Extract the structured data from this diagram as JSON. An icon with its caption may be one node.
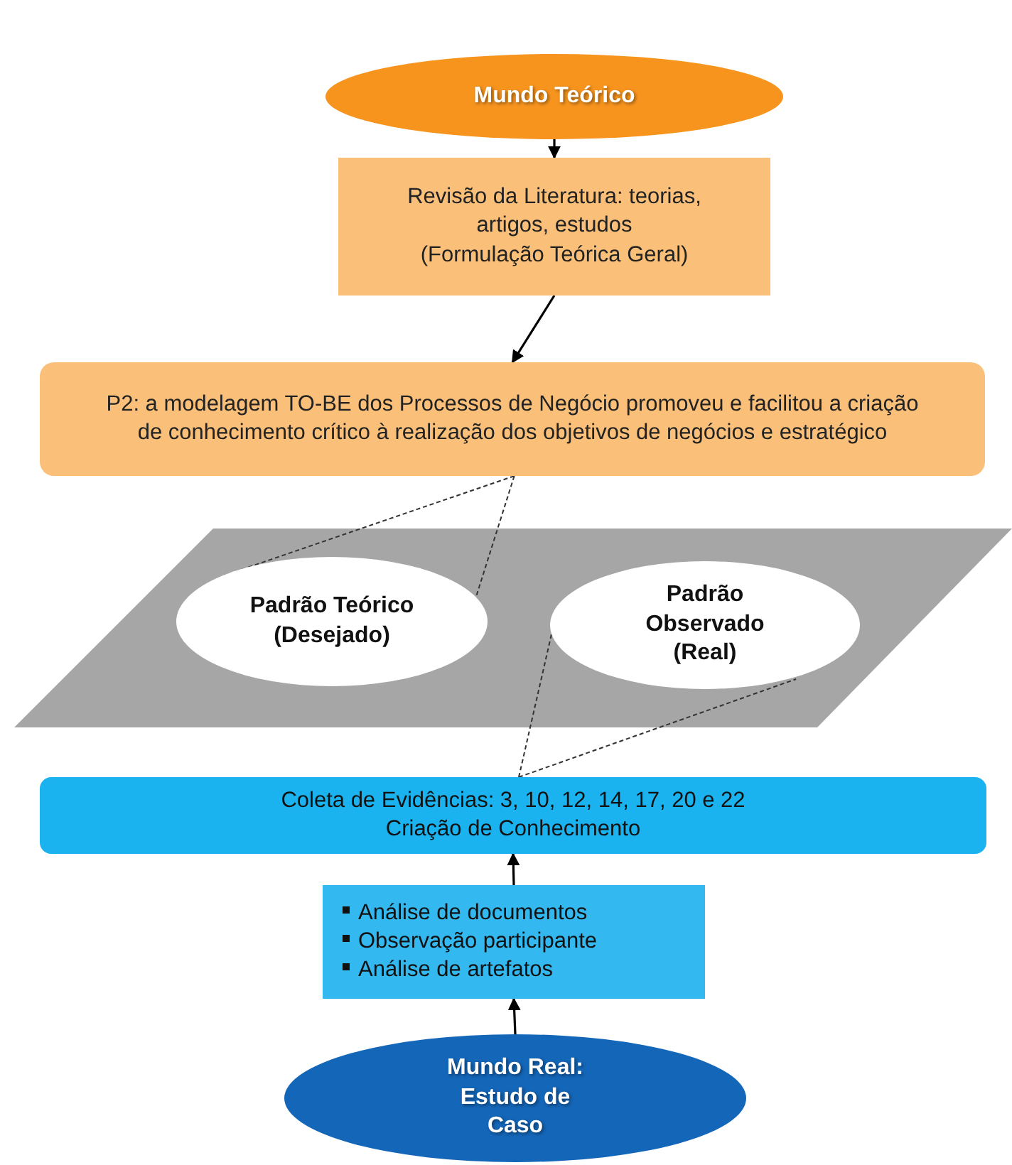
{
  "diagram": {
    "nodes": [
      {
        "text": [
          "Mundo Teórico"
        ]
      },
      {
        "text": [
          "Revisão da Literatura: teorias, artigos, estudos",
          "(Formulação Teórica Geral)"
        ]
      },
      {
        "text": [
          "P2: a modelagem TO-BE dos Processos de Negócio promoveu e facilitou a criação de conhecimento crítico à realização dos objetivos de negócios e estratégico"
        ]
      },
      {
        "text": [],
        "shape": "parallelogram"
      },
      {
        "text": [
          "Padrão Teórico (Desejado)"
        ],
        "in": 3
      },
      {
        "text": [
          "Padrão Observado (Real)"
        ],
        "in": 3
      },
      {
        "text": [
          "Coleta de Evidências: 3, 10, 12, 14, 17, 20 e 22",
          "Criação de Conhecimento"
        ]
      },
      {
        "text": [
          "Análise de documentos",
          "Observação participante",
          "Análise de artefatos"
        ]
      },
      {
        "text": [
          "Mundo Real: Estudo de Caso"
        ]
      }
    ],
    "edges": [
      {
        "from": 0,
        "to": 1,
        "arrow": "to"
      },
      {
        "from": 1,
        "to": 2,
        "arrow": "to"
      },
      {
        "from": 2,
        "to": 4,
        "arrow": "none",
        "style": "dashed"
      },
      {
        "from": 2,
        "to": 4,
        "arrow": "none",
        "style": "dashed"
      },
      {
        "from": 6,
        "to": 5,
        "arrow": "none",
        "style": "dashed"
      },
      {
        "from": 6,
        "to": 5,
        "arrow": "none",
        "style": "dashed"
      },
      {
        "from": 7,
        "to": 6,
        "arrow": "to"
      },
      {
        "from": 8,
        "to": 7,
        "arrow": "to"
      }
    ]
  }
}
